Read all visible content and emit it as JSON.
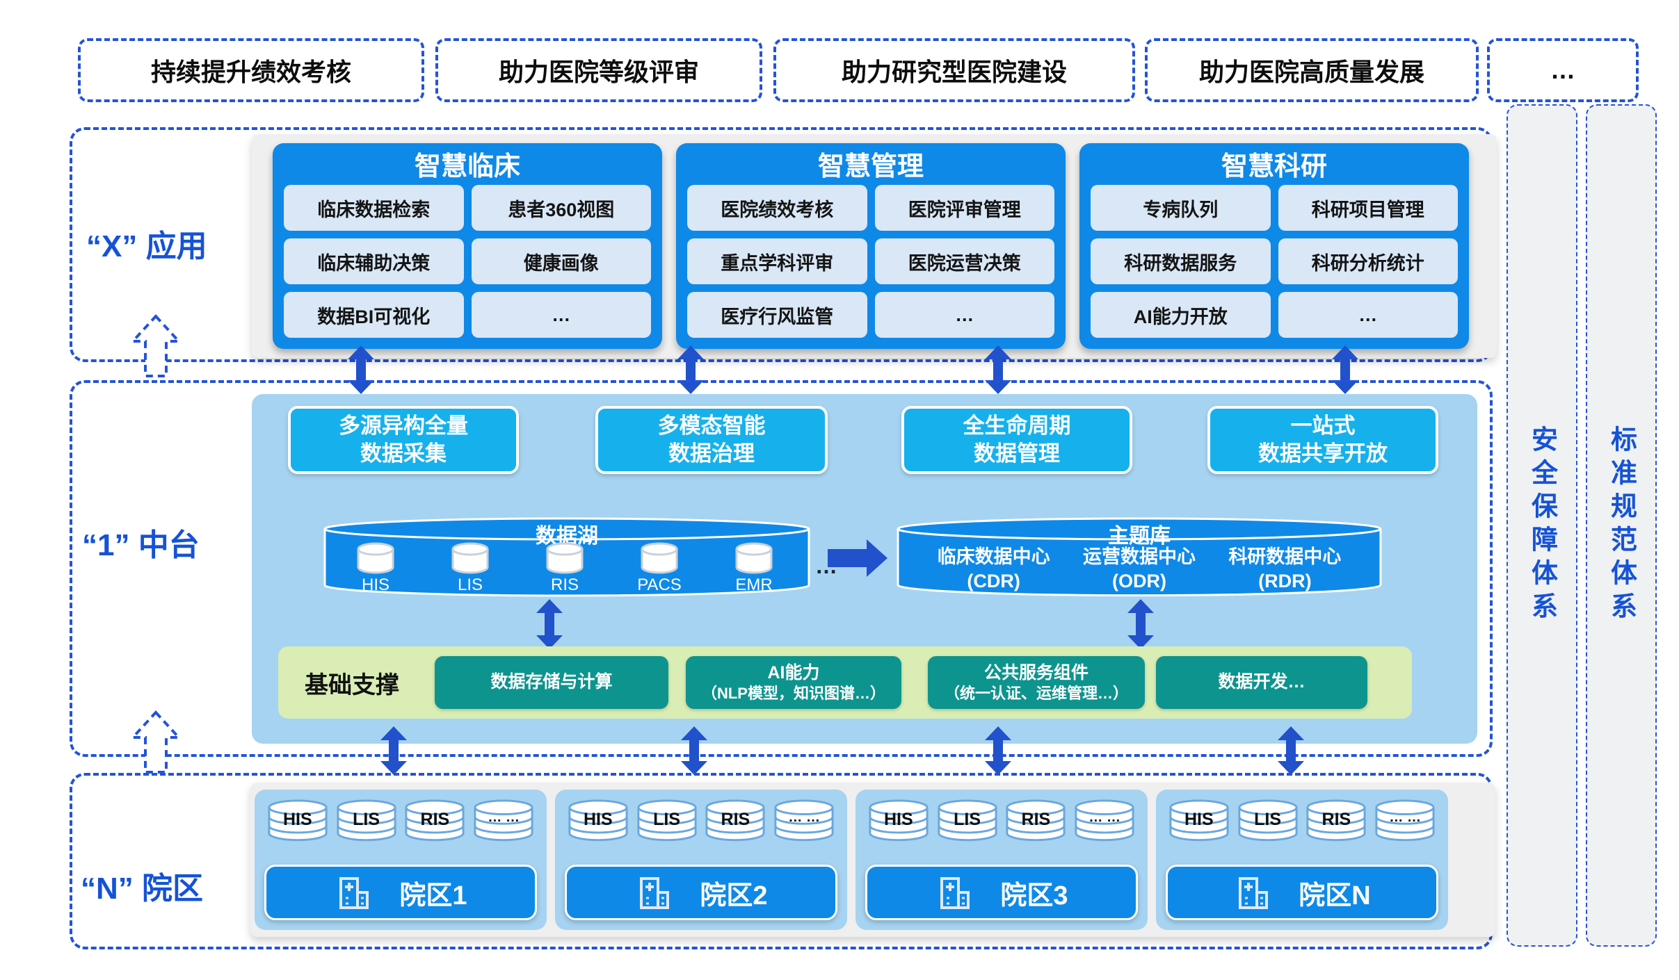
{
  "top_goals": [
    "持续提升绩效考核",
    "助力医院等级评审",
    "助力研究型医院建设",
    "助力医院高质量发展",
    "…"
  ],
  "side_bars": [
    "安全保障体系",
    "标准规范体系"
  ],
  "apps": {
    "label": "“X” 应用",
    "columns": [
      {
        "title": "智慧临床",
        "items": [
          "临床数据检索",
          "患者360视图",
          "临床辅助决策",
          "健康画像",
          "数据BI可视化",
          "…"
        ]
      },
      {
        "title": "智慧管理",
        "items": [
          "医院绩效考核",
          "医院评审管理",
          "重点学科评审",
          "医院运营决策",
          "医疗行风监管",
          "…"
        ]
      },
      {
        "title": "智慧科研",
        "items": [
          "专病队列",
          "科研项目管理",
          "科研数据服务",
          "科研分析统计",
          "AI能力开放",
          "…"
        ]
      }
    ]
  },
  "platform": {
    "label": "“1” 中台",
    "capabilities": [
      {
        "line1": "多源异构全量",
        "line2": "数据采集"
      },
      {
        "line1": "多模态智能",
        "line2": "数据治理"
      },
      {
        "line1": "全生命周期",
        "line2": "数据管理"
      },
      {
        "line1": "一站式",
        "line2": "数据共享开放"
      }
    ],
    "data_lake": {
      "title": "数据湖",
      "sources": [
        "HIS",
        "LIS",
        "RIS",
        "PACS",
        "EMR"
      ],
      "more": "…"
    },
    "theme_db": {
      "title": "主题库",
      "centers": [
        {
          "name": "临床数据中心",
          "code": "(CDR)"
        },
        {
          "name": "运营数据中心",
          "code": "(ODR)"
        },
        {
          "name": "科研数据中心",
          "code": "(RDR)"
        }
      ]
    },
    "foundation": {
      "label": "基础支撑",
      "items": [
        {
          "line1": "数据存储与计算",
          "line2": ""
        },
        {
          "line1": "AI能力",
          "line2": "（NLP模型，知识图谱…）"
        },
        {
          "line1": "公共服务组件",
          "line2": "（统一认证、运维管理…）"
        },
        {
          "line1": "数据开发…",
          "line2": ""
        }
      ]
    }
  },
  "campuses": {
    "label": "“N” 院区",
    "blocks": [
      {
        "name": "院区1",
        "systems": [
          "HIS",
          "LIS",
          "RIS",
          "… …"
        ]
      },
      {
        "name": "院区2",
        "systems": [
          "HIS",
          "LIS",
          "RIS",
          "… …"
        ]
      },
      {
        "name": "院区3",
        "systems": [
          "HIS",
          "LIS",
          "RIS",
          "… …"
        ]
      },
      {
        "name": "院区N",
        "systems": [
          "HIS",
          "LIS",
          "RIS",
          "… …"
        ]
      }
    ]
  },
  "icons": {
    "database_icon": "cylinder",
    "hospital_icon": "building-with-cross",
    "up_arrow_icon": "dashed-hollow-up-arrow",
    "double_arrow_icon": "vertical-double-arrow",
    "right_arrow_icon": "solid-right-arrow"
  },
  "colors": {
    "accent_blue": "#0f89e8",
    "dash_blue": "#2353d9",
    "arrow_blue": "#2151cb",
    "panel_blue": "#a6d3f1",
    "cell_blue": "#d9e7f6",
    "cyan": "#16b1ec",
    "green": "#d9edb5",
    "teal": "#0e948e",
    "label_blue": "#1553d6"
  }
}
